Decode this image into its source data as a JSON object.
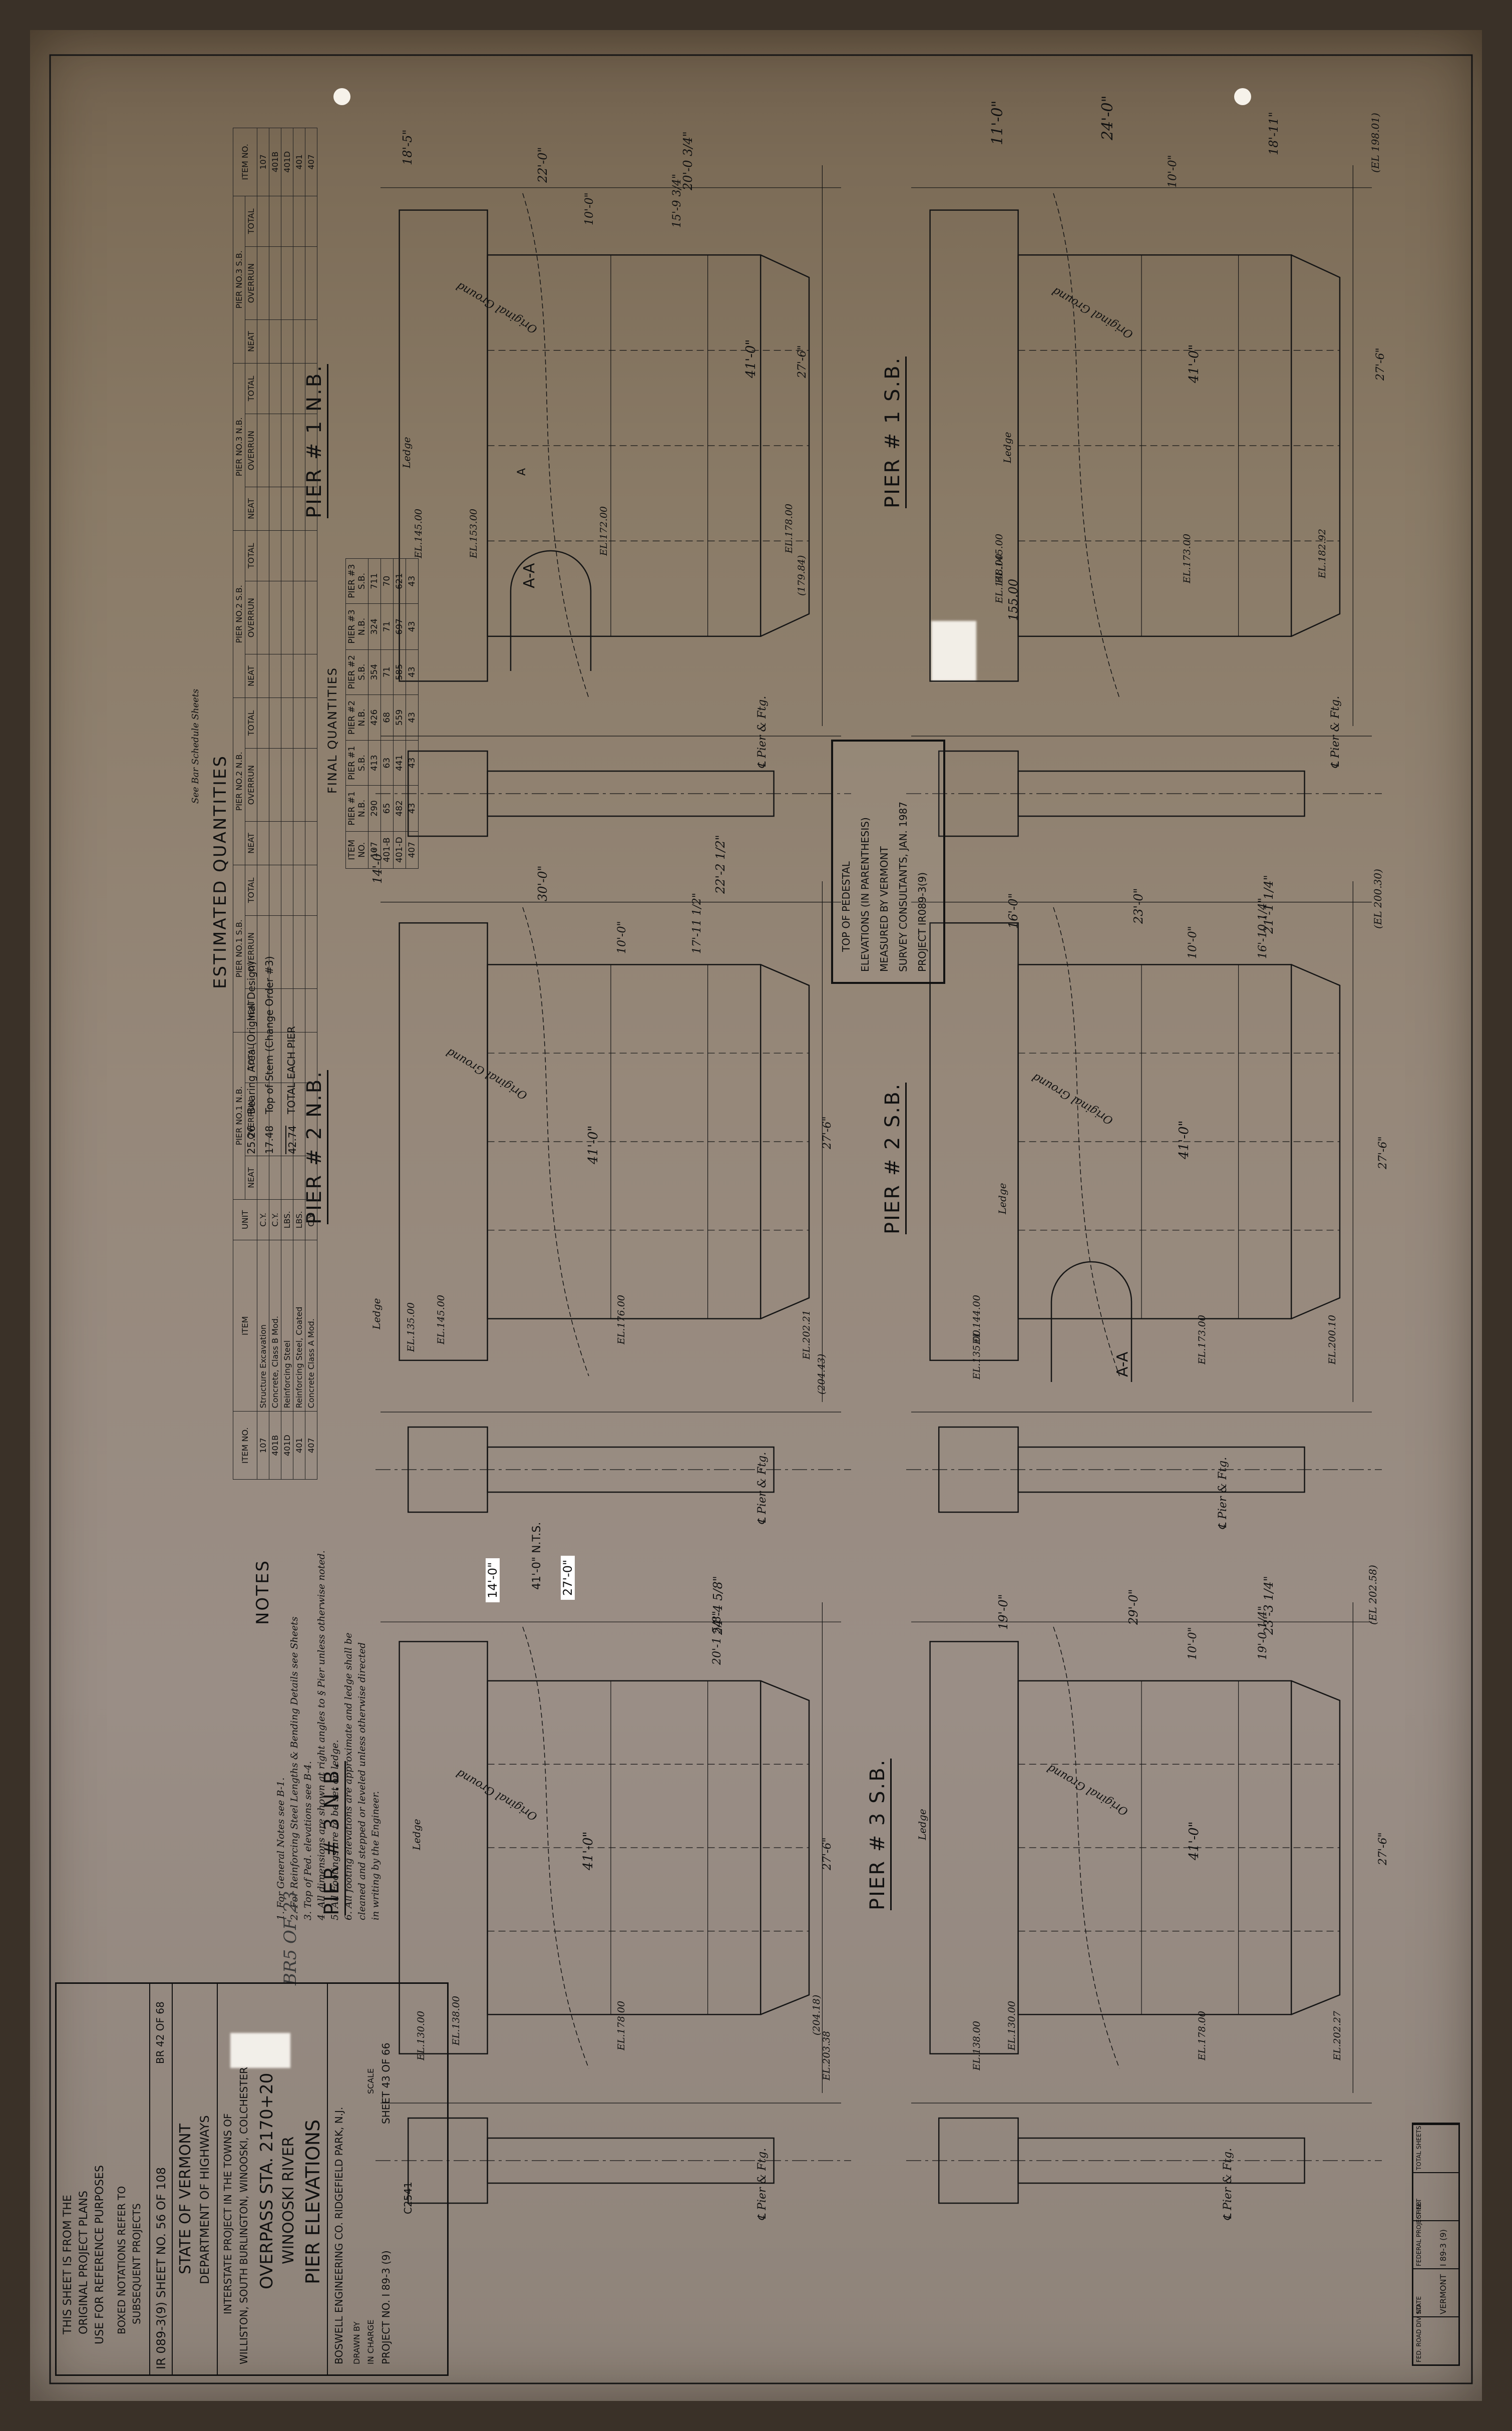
{
  "piers": [
    {
      "name": "PIER # 1 N.B.",
      "elev_a": "EL.145.00",
      "elev_b": "EL.153.00",
      "elev_c": "EL.172.00",
      "top": "EL.178.00",
      "ped": "(179.84)",
      "dims": [
        "18'-5\"",
        "22'-0\"",
        "20'-0 3/4\"",
        "10'-0\"",
        "15'-9 3/4\"",
        "41'-0\"",
        "27'-6\""
      ]
    },
    {
      "name": "PIER # 1 S.B.",
      "elev_a": "EL.145.00",
      "elev_b": "EL.148.00",
      "elev_c": "EL.173.00",
      "top": "EL.182.92",
      "ped": "(EL 198.01)",
      "dims": [
        "11'-0\"",
        "24'-0\"",
        "18'-11\"",
        "10'-0\"",
        "155.00",
        "41'-0\"",
        "27'-6\""
      ]
    },
    {
      "name": "PIER # 2 N.B.",
      "elev_a": "EL.135.00",
      "elev_b": "EL.145.00",
      "elev_c": "EL.176.00",
      "top": "EL.202.21",
      "ped": "(204.43)",
      "dims": [
        "14'-0\"",
        "30'-0\"",
        "22'-2 1/2\"",
        "10'-0\"",
        "17'-11 1/2\"",
        "41'-0\"",
        "27'-6\""
      ]
    },
    {
      "name": "PIER # 2 S.B.",
      "elev_a": "EL.135.00",
      "elev_b": "EL.144.00",
      "elev_c": "EL.173.00",
      "top": "EL.200.10",
      "ped": "(EL 200.30)",
      "dims": [
        "16'-0\"",
        "23'-0\"",
        "21'-1 1/4\"",
        "10'-0\"",
        "16'-10 1/4\"",
        "41'-0\"",
        "27'-6\""
      ]
    },
    {
      "name": "PIER # 3 N.B.",
      "elev_a": "EL.130.00",
      "elev_b": "EL.138.00",
      "elev_c": "EL.178.00",
      "top": "EL.203.38",
      "ped": "(204.18)",
      "dims": [
        "41'-0\" N.T.S.",
        "14'-0\"",
        "27'-0\"",
        "24'-4 5/8\"",
        "20'-1 5/8\"",
        "41'-0\"",
        "27'-6\""
      ]
    },
    {
      "name": "PIER # 3 S.B.",
      "elev_a": "EL.138.00",
      "elev_b": "EL.130.00",
      "elev_c": "EL.178.00",
      "top": "EL.202.27",
      "ped": "(EL 202.58)",
      "dims": [
        "19'-0\"",
        "29'-0\"",
        "23'-3 1/4\"",
        "10'-0\"",
        "19'-0 1/4\"",
        "41'-0\"",
        "27'-6\""
      ]
    }
  ],
  "labels": {
    "original_ground": "Original Ground",
    "ledge": "Ledge",
    "section": "A-A",
    "a_mark": "A",
    "cl_pier": "℄ Pier & Ftg."
  },
  "boxed_note": [
    "TOP OF PEDESTAL",
    "ELEVATIONS (IN PARENTHESIS)",
    "MEASURED BY VERMONT",
    "SURVEY CONSULTANTS, JAN. 1987",
    "PROJECT  IR089-3(9)"
  ],
  "final_quantities": {
    "title": "FINAL QUANTITIES",
    "headers": [
      "ITEM NO.",
      "PIER #1 N.B.",
      "PIER #1 S.B.",
      "PIER #2 N.B.",
      "PIER #2 S.B.",
      "PIER #3 N.B.",
      "PIER #3 S.B."
    ],
    "rows": [
      [
        "107",
        "290",
        "413",
        "426",
        "354",
        "324",
        "711"
      ],
      [
        "401-B",
        "65",
        "63",
        "68",
        "71",
        "71",
        "70"
      ],
      [
        "401-D",
        "482",
        "441",
        "559",
        "585",
        "697",
        "621"
      ],
      [
        "407",
        "43",
        "43",
        "43",
        "43",
        "43",
        "43"
      ]
    ]
  },
  "bearing_note": [
    {
      "value": "25.26",
      "text": "Bearing Area (Original Design)"
    },
    {
      "value": "17.48",
      "text": "Top of Stem (Change Order #3)"
    },
    {
      "value": "42.74",
      "text": "TOTAL EACH PIER"
    }
  ],
  "estimated_quantities": {
    "title": "ESTIMATED QUANTITIES",
    "header_groups": [
      "PIER NO.1 N.B.",
      "PIER NO.1 S.B.",
      "PIER NO.2 N.B.",
      "PIER NO.2 S.B.",
      "PIER NO.3 N.B.",
      "PIER NO.3 S.B."
    ],
    "sub_headers": [
      "NEAT",
      "OVERRUN",
      "TOTAL"
    ],
    "item_col": "ITEM NO.",
    "desc_col": "ITEM",
    "unit_col": "UNIT",
    "items": [
      {
        "no": "107",
        "desc": "Structure Excavation",
        "unit": "C.Y."
      },
      {
        "no": "401B",
        "desc": "Concrete, Class B Mod.",
        "unit": "C.Y."
      },
      {
        "no": "401D",
        "desc": "Reinforcing Steel",
        "unit": "LBS."
      },
      {
        "no": "401",
        "desc": "Reinforcing Steel, Coated",
        "unit": "LBS."
      },
      {
        "no": "407",
        "desc": "Concrete Class A Mod.",
        "unit": "C.Y."
      }
    ],
    "extra_note": "See Bar Schedule Sheets"
  },
  "notes": {
    "title": "NOTES",
    "lines": [
      "1. For General Notes see B-1.",
      "2. For Reinforcing Steel Lengths & Bending Details see Sheets",
      "3. Top of Ped. elevations see B-4.",
      "4. All dimensions are shown at right angles to § Pier unless otherwise noted.",
      "5. All Footings are to be set on ledge.",
      "6. All footing elevations are approximate and ledge shall be",
      "   cleaned and stepped or leveled unless otherwise directed",
      "   in writing by the Engineer."
    ],
    "pencil": "BR5 OF 23"
  },
  "title_block": {
    "stamp": [
      "THIS SHEET IS FROM THE",
      "ORIGINAL PROJECT PLANS",
      "USE FOR REFERENCE PURPOSES"
    ],
    "boxed": [
      "BOXED NOTATIONS REFER TO",
      "SUBSEQUENT PROJECTS"
    ],
    "project_sheet": "IR 089-3(9)   SHEET NO. 56 OF 108",
    "br_ref": "BR 42 OF 68",
    "state": "STATE OF VERMONT",
    "dept": "DEPARTMENT OF HIGHWAYS",
    "interstate": "INTERSTATE PROJECT IN THE TOWNS OF",
    "towns": "WILLISTON, SOUTH BURLINGTON, WINOOSKI, COLCHESTER",
    "overpass": "OVERPASS STA. 2170+20",
    "river": "WINOOSKI RIVER",
    "sheet_title": "PIER ELEVATIONS",
    "consultant": "BOSWELL ENGINEERING CO.    RIDGEFIELD PARK, N.J.",
    "drawn": "DRAWN BY",
    "charge": "IN CHARGE",
    "scale": "SCALE",
    "sheet": "SHEET 43 OF 66",
    "project_no": "PROJECT NO. I 89-3 (9)",
    "code": "C2541"
  },
  "fed_box": {
    "headers": [
      "FED. ROAD DIV. NO.",
      "STATE",
      "FEDERAL PROJECT No.",
      "SHEET",
      "TOTAL SHEETS"
    ],
    "values": [
      "",
      "VERMONT",
      "I 89-3 (9)",
      "",
      ""
    ]
  }
}
